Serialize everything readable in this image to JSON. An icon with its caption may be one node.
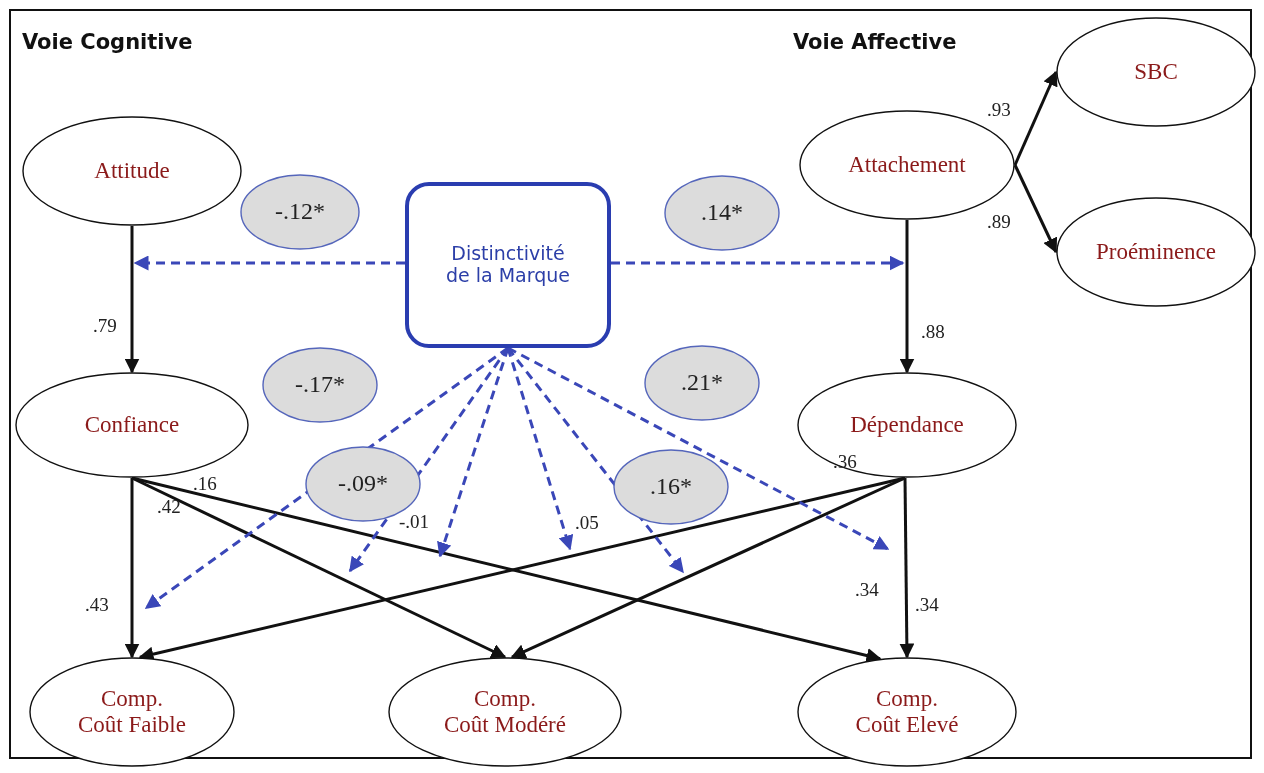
{
  "diagram": {
    "nodes": [
      {
        "text": [
          "Attitude"
        ]
      },
      {
        "text": [
          "Distinctivité de la Marque"
        ]
      },
      {
        "text": [
          "Attachement"
        ]
      },
      {
        "text": [
          "SBC"
        ]
      },
      {
        "text": [
          "Proéminence"
        ]
      },
      {
        "text": [
          "Confiance"
        ]
      },
      {
        "text": [
          "Dépendance"
        ]
      },
      {
        "text": [
          "Comp. Coût Faible"
        ]
      },
      {
        "text": [
          "Comp. Coût Modéré"
        ]
      },
      {
        "text": [
          "Comp. Coût Elevé"
        ]
      },
      {
        "text": [
          "-.12*"
        ]
      },
      {
        "text": [
          ".14*"
        ]
      },
      {
        "text": [
          "-.17*"
        ]
      },
      {
        "text": [
          ".21*"
        ]
      },
      {
        "text": [
          "-.09*"
        ]
      },
      {
        "text": [
          ".16*"
        ]
      }
    ],
    "edges": [
      {
        "from": 0,
        "to": 5,
        "arrow": "to",
        "label": ".79"
      },
      {
        "from": 2,
        "to": 6,
        "arrow": "to",
        "label": ".88"
      },
      {
        "from": 2,
        "to": 3,
        "arrow": "to",
        "label": ".93"
      },
      {
        "from": 2,
        "to": 4,
        "arrow": "to",
        "label": ".89"
      },
      {
        "from": 5,
        "to": 7,
        "arrow": "to",
        "label": ".43"
      },
      {
        "from": 5,
        "to": 8,
        "arrow": "to",
        "label": ".42"
      },
      {
        "from": 5,
        "to": 9,
        "arrow": "to",
        "label": ".16"
      },
      {
        "from": 6,
        "to": 7,
        "arrow": "to",
        "label": ".36"
      },
      {
        "from": 6,
        "to": 8,
        "arrow": "to",
        "label": ".34"
      },
      {
        "from": 6,
        "to": 9,
        "arrow": "to",
        "label": ".34"
      },
      {
        "from": 1,
        "to": null,
        "arrow": "to",
        "style": "dashed",
        "color": "#3a47b8"
      },
      {
        "from": 1,
        "to": null,
        "arrow": "to",
        "style": "dashed",
        "color": "#3a47b8"
      },
      {
        "from": 1,
        "to": null,
        "arrow": "to",
        "style": "dashed",
        "color": "#3a47b8"
      },
      {
        "from": 1,
        "to": null,
        "arrow": "to",
        "style": "dashed",
        "color": "#3a47b8"
      },
      {
        "from": 1,
        "to": null,
        "arrow": "to",
        "style": "dashed",
        "color": "#3a47b8",
        "label": "-.01"
      },
      {
        "from": 1,
        "to": null,
        "arrow": "to",
        "style": "dashed",
        "color": "#3a47b8",
        "label": ".05"
      },
      {
        "from": 1,
        "to": null,
        "arrow": "to",
        "style": "dashed",
        "color": "#3a47b8"
      },
      {
        "from": 1,
        "to": null,
        "arrow": "to",
        "style": "dashed",
        "color": "#3a47b8"
      }
    ],
    "labels": [
      "Voie Cognitive",
      "Voie Affective"
    ]
  }
}
